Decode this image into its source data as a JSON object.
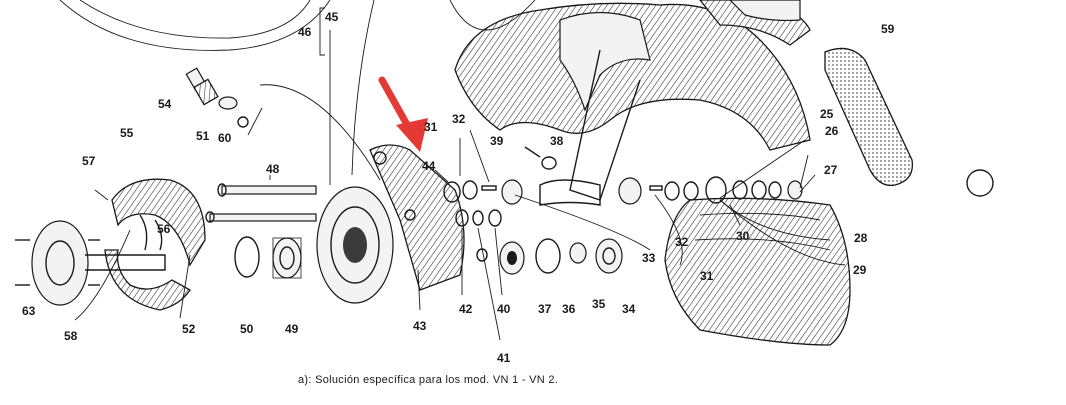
{
  "caption": "a): Solución específica para los mod. VN 1 - VN 2.",
  "accent_color": "#e53935",
  "labels": {
    "l25": "25",
    "l26": "26",
    "l27": "27",
    "l28": "28",
    "l29": "29",
    "l30": "30",
    "l31a": "31",
    "l31b": "31",
    "l32a": "32",
    "l32b": "32",
    "l33": "33",
    "l34": "34",
    "l35": "35",
    "l36": "36",
    "l37": "37",
    "l38": "38",
    "l39": "39",
    "l40": "40",
    "l41": "41",
    "l42": "42",
    "l43": "43",
    "l44": "44",
    "l45": "45",
    "l46": "46",
    "l48": "48",
    "l49": "49",
    "l50": "50",
    "l51": "51",
    "l52": "52",
    "l54": "54",
    "l55": "55",
    "l56": "56",
    "l57": "57",
    "l58": "58",
    "l59": "59",
    "l60": "60",
    "l63": "63"
  }
}
